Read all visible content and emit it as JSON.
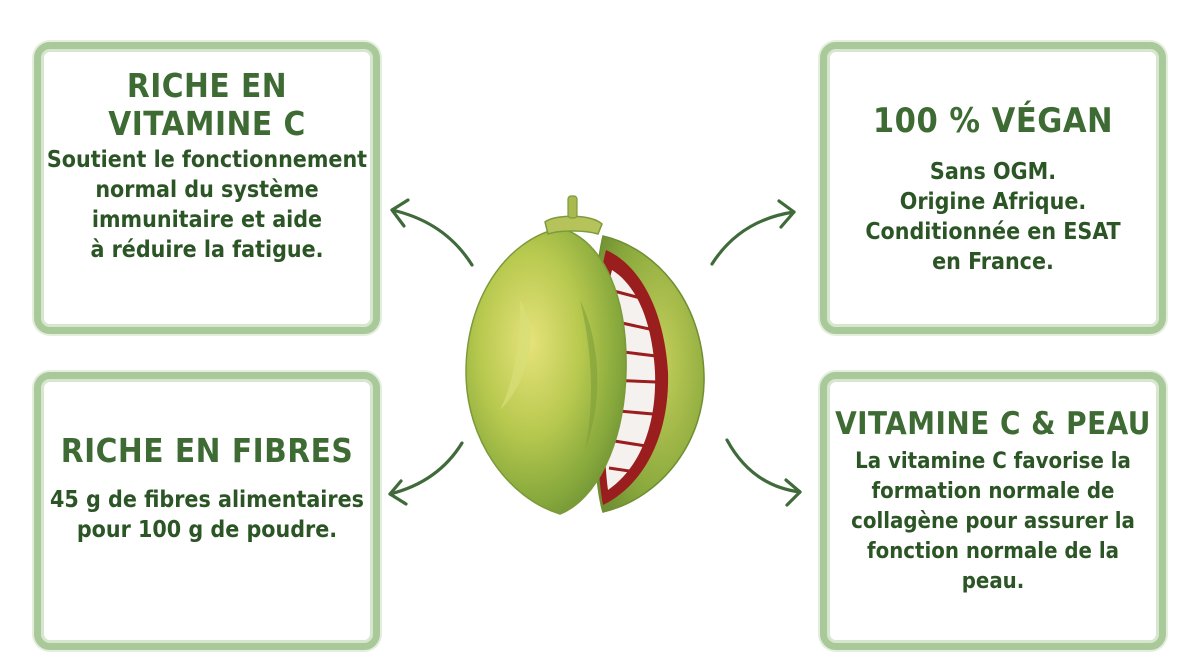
{
  "cards": {
    "vitamin_c": {
      "title_lines": [
        "RICHE EN",
        "VITAMINE C"
      ],
      "body_lines": [
        "Soutient le fonctionnement",
        "normal du système",
        "immunitaire et aide",
        "à réduire la fatigue."
      ]
    },
    "vegan": {
      "title_lines": [
        "100 % VÉGAN"
      ],
      "body_lines": [
        "Sans OGM.",
        "Origine Afrique.",
        "Conditionnée en ESAT",
        "en France."
      ]
    },
    "fibres": {
      "title_lines": [
        "RICHE EN FIBRES"
      ],
      "body_lines": [
        "45 g de fibres alimentaires",
        "pour 100 g de poudre."
      ]
    },
    "skin": {
      "title_lines": [
        "VITAMINE C & PEAU"
      ],
      "body_lines": [
        "La vitamine C favorise la",
        "formation normale de",
        "collagène pour assurer la",
        "fonction normale de la",
        "peau."
      ]
    }
  },
  "colors": {
    "card_border": "#a9c99a",
    "title_green": "#3d6b33",
    "text_green": "#2c5526",
    "arrow_green": "#3f6a3a"
  },
  "icons": [
    "baobab-fruit-illustration",
    "curved-arrow-icon"
  ]
}
